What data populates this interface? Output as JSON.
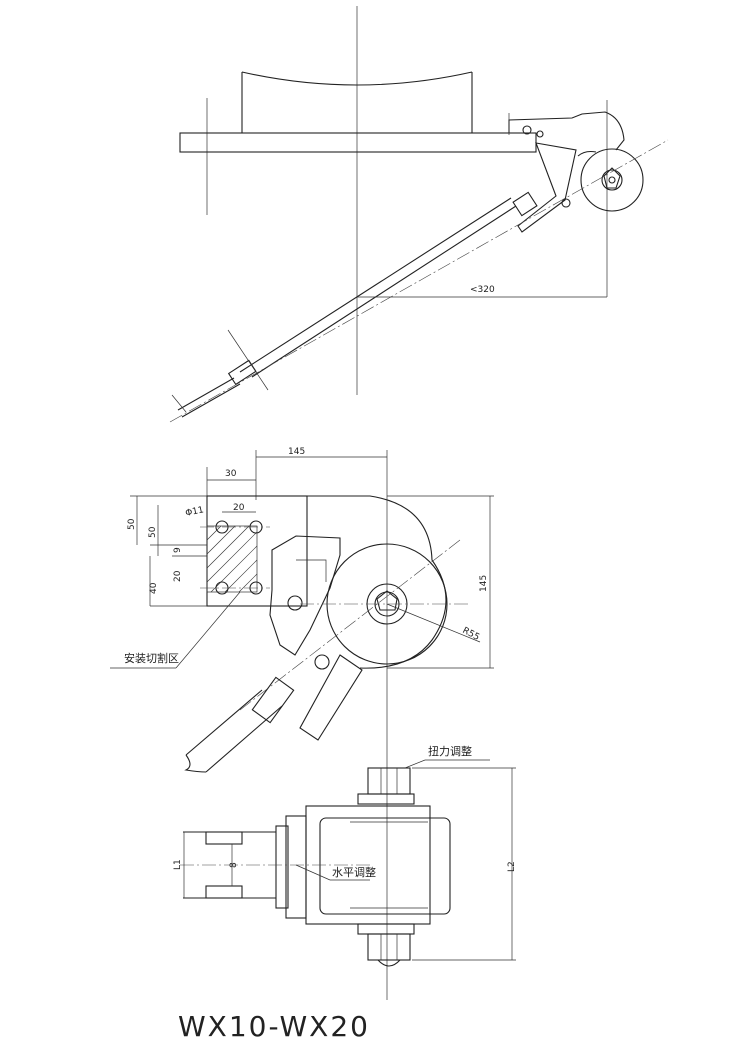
{
  "top_view": {
    "dim_length": "<320"
  },
  "front_view": {
    "dim_145_top": "145",
    "dim_30": "30",
    "dim_20_top": "20",
    "dim_phi11": "Φ11",
    "dim_50_outer": "50",
    "dim_50_inner": "50",
    "dim_9": "9",
    "dim_20_side": "20",
    "dim_40": "40",
    "dim_145_side": "145",
    "dim_R55": "R55",
    "label_mount_cut": "安装切割区"
  },
  "side_view": {
    "label_torque_adjust": "扭力调整",
    "label_level_adjust": "水平调整",
    "dim_L1": "L1",
    "dim_8": "8",
    "dim_L2": "L2"
  },
  "model_label": "WX10-WX20"
}
